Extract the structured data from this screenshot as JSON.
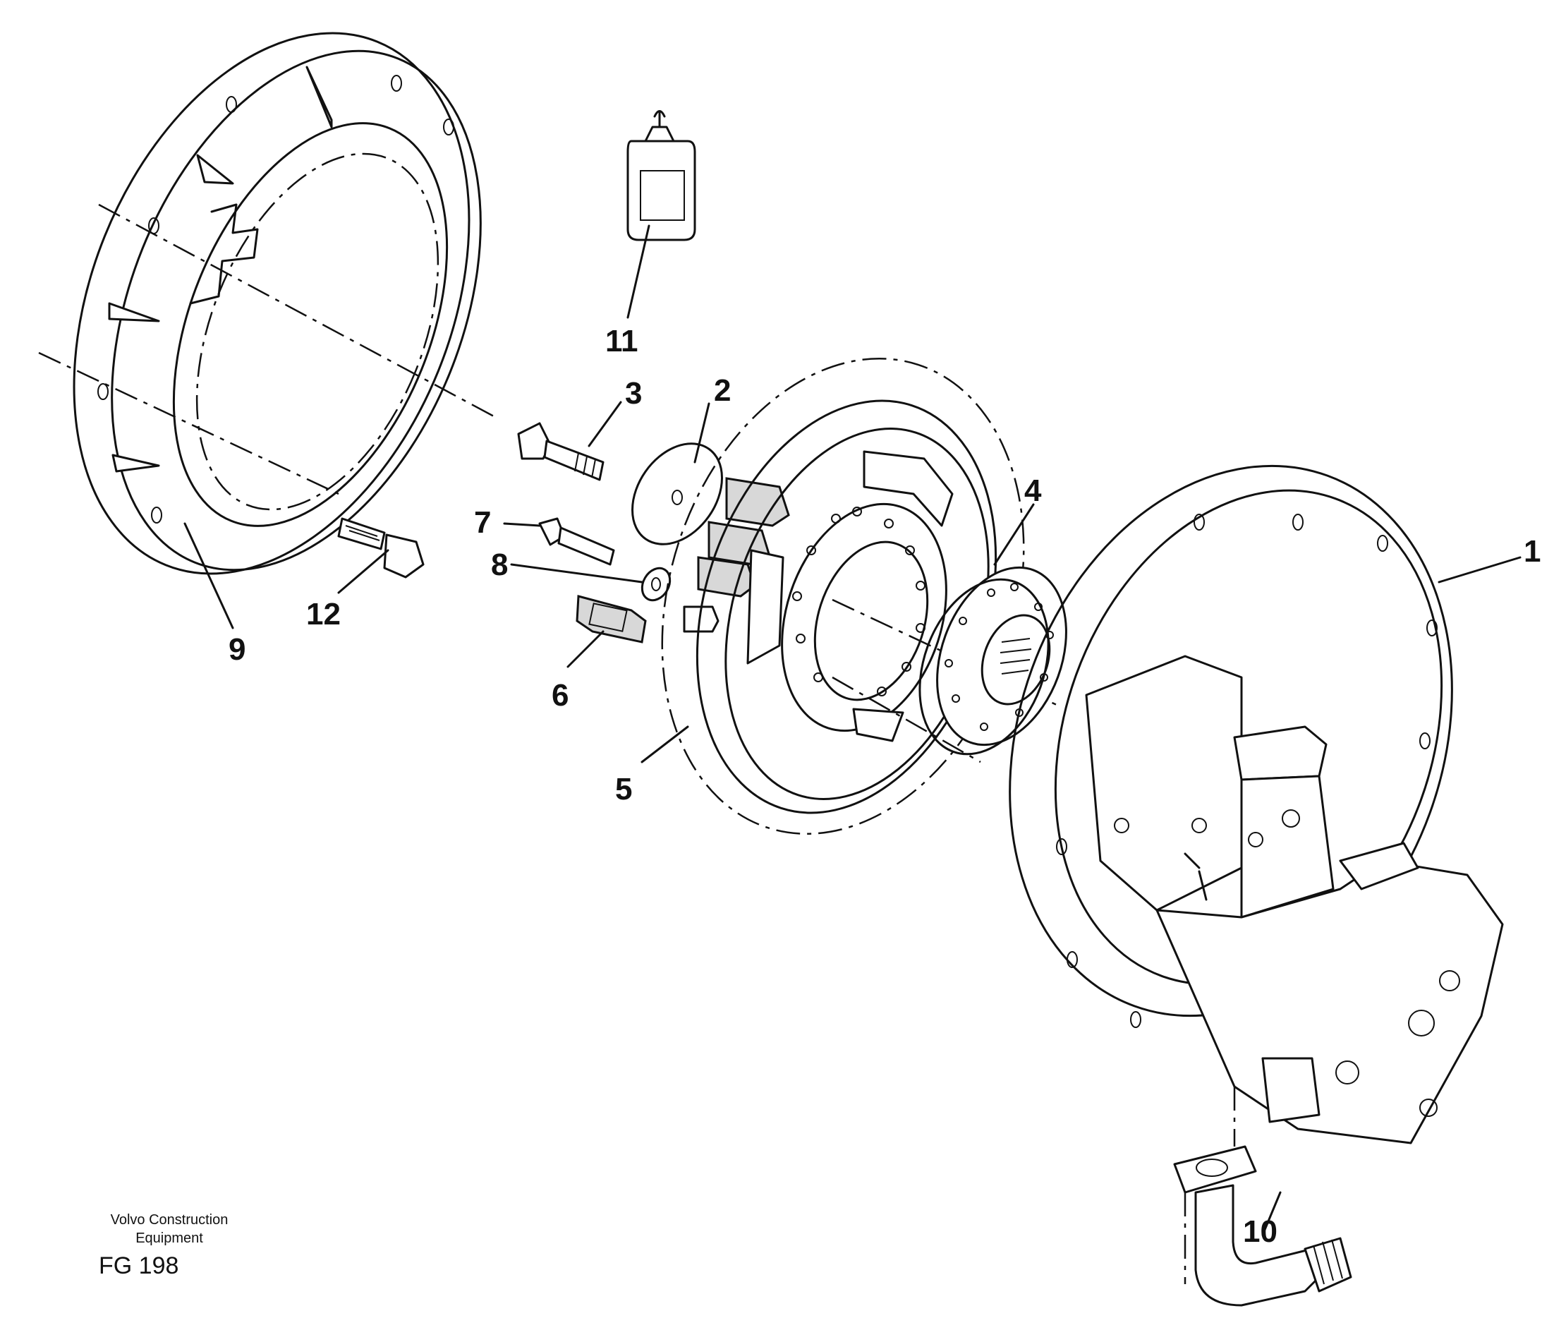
{
  "callouts": {
    "p1": "1",
    "p2": "2",
    "p3": "3",
    "p4": "4",
    "p5": "5",
    "p6": "6",
    "p7": "7",
    "p8": "8",
    "p9": "9",
    "p10": "10",
    "p11": "11",
    "p12": "12"
  },
  "caption": {
    "company_line1": "Volvo Construction",
    "company_line2": "Equipment",
    "figure_id": "FG 198"
  }
}
